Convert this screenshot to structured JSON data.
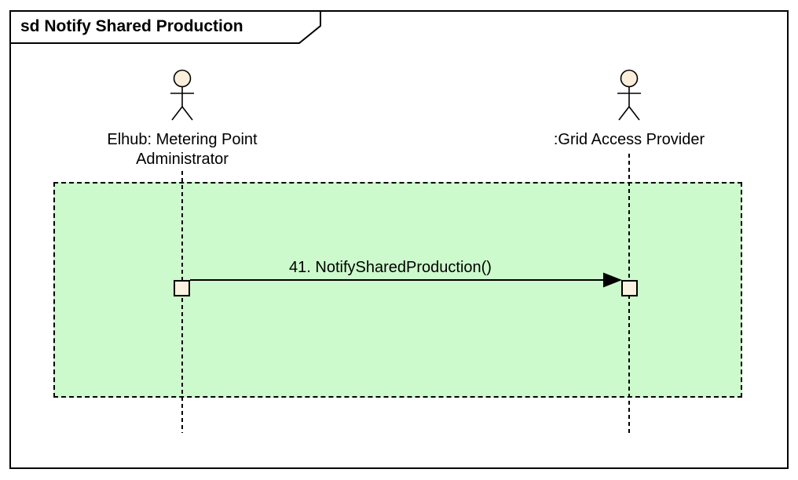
{
  "diagram": {
    "type": "uml-sequence-diagram",
    "frame_title": "sd Notify Shared Production",
    "actors": [
      {
        "id": "elhub-metering-point-administrator",
        "label_lines": [
          "Elhub: Metering Point",
          "Administrator"
        ]
      },
      {
        "id": "grid-access-provider",
        "label_lines": [
          ":Grid Access Provider"
        ]
      }
    ],
    "messages": [
      {
        "number": "41",
        "label": "41. NotifySharedProduction()",
        "from": "Elhub: Metering Point Administrator",
        "to": ":Grid Access Provider"
      }
    ]
  },
  "colors": {
    "region_fill": "#CCFACC",
    "actor_head_fill": "#FBEEDA",
    "activation_fill": "#FCF2E2",
    "line_color": "#000000",
    "frame_bg": "#FFFFFF"
  }
}
